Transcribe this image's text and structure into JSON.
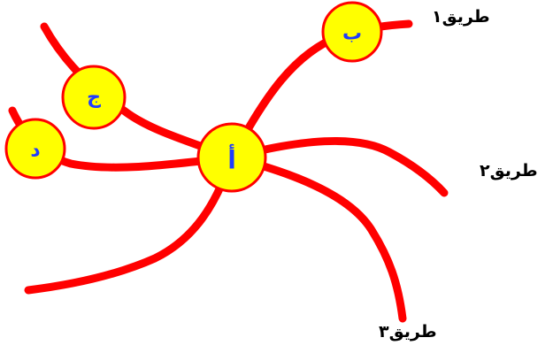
{
  "nodes": {
    "alif": "أ",
    "ba": "ب",
    "jim": "ج",
    "dal": "د"
  },
  "roads": {
    "road1": "طريق١",
    "road2": "طريق٢",
    "road3": "طريق٣"
  },
  "colors": {
    "road": "#ff0000",
    "node_fill": "#ffff00",
    "node_text": "#1f3cff"
  }
}
